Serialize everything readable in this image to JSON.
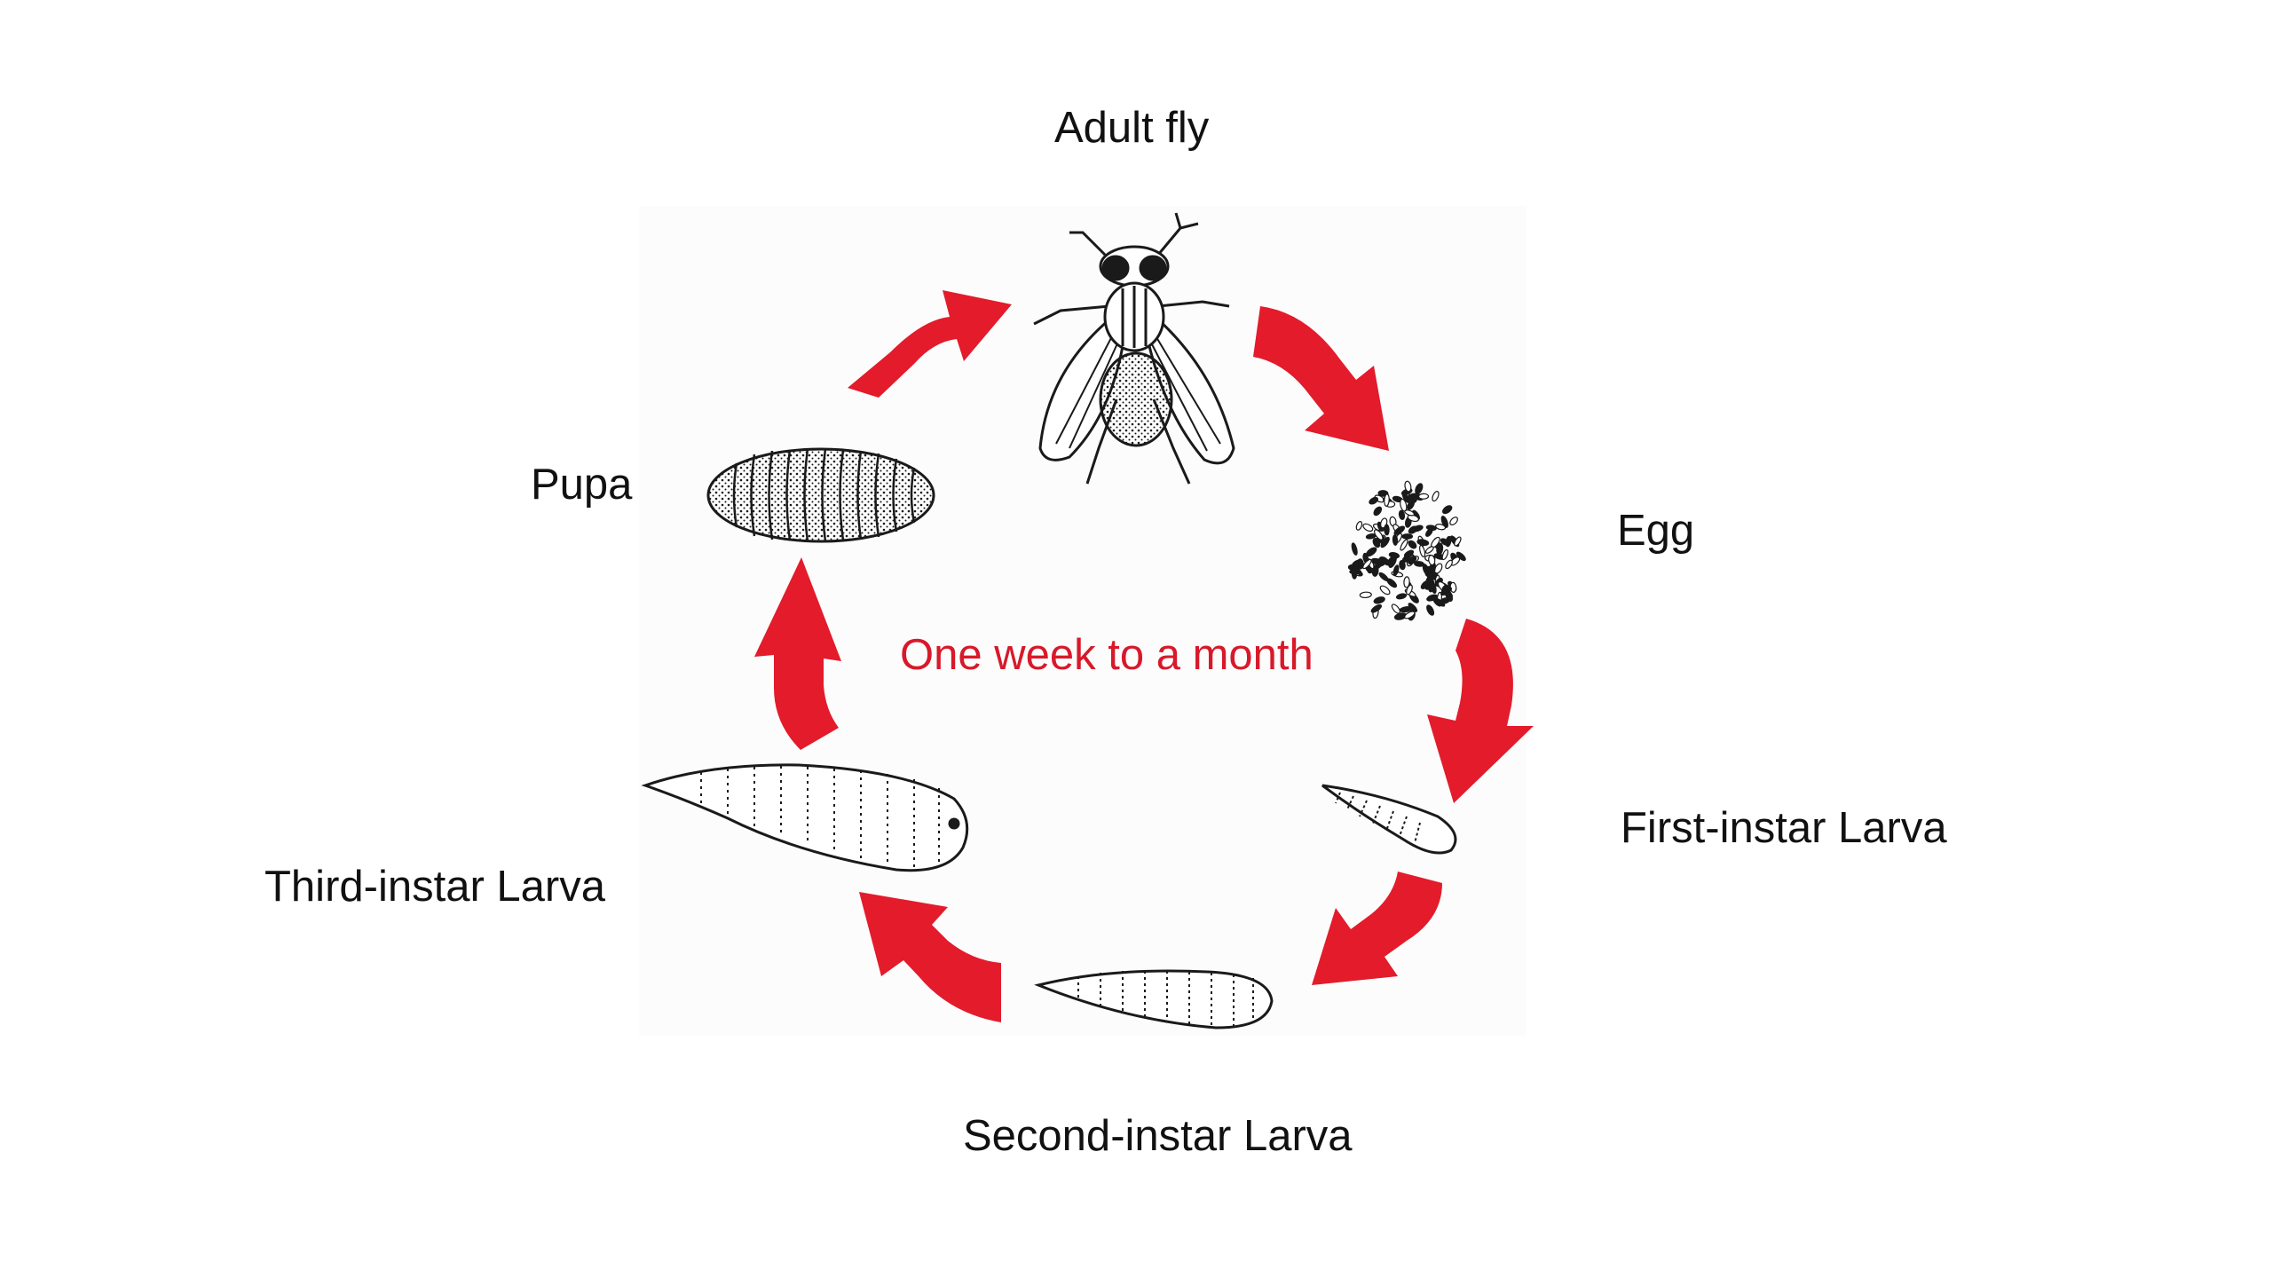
{
  "diagram": {
    "center_text": "One week to a month",
    "stages": [
      {
        "id": "adult",
        "label": "Adult fly"
      },
      {
        "id": "egg",
        "label": "Egg"
      },
      {
        "id": "first",
        "label": "First-instar Larva"
      },
      {
        "id": "second",
        "label": "Second-instar Larva"
      },
      {
        "id": "third",
        "label": "Third-instar Larva"
      },
      {
        "id": "pupa",
        "label": "Pupa"
      }
    ],
    "colors": {
      "arrow": "#e31b2b",
      "center_text": "#d8192a",
      "label": "#111111",
      "ink": "#1a1a1a"
    }
  }
}
